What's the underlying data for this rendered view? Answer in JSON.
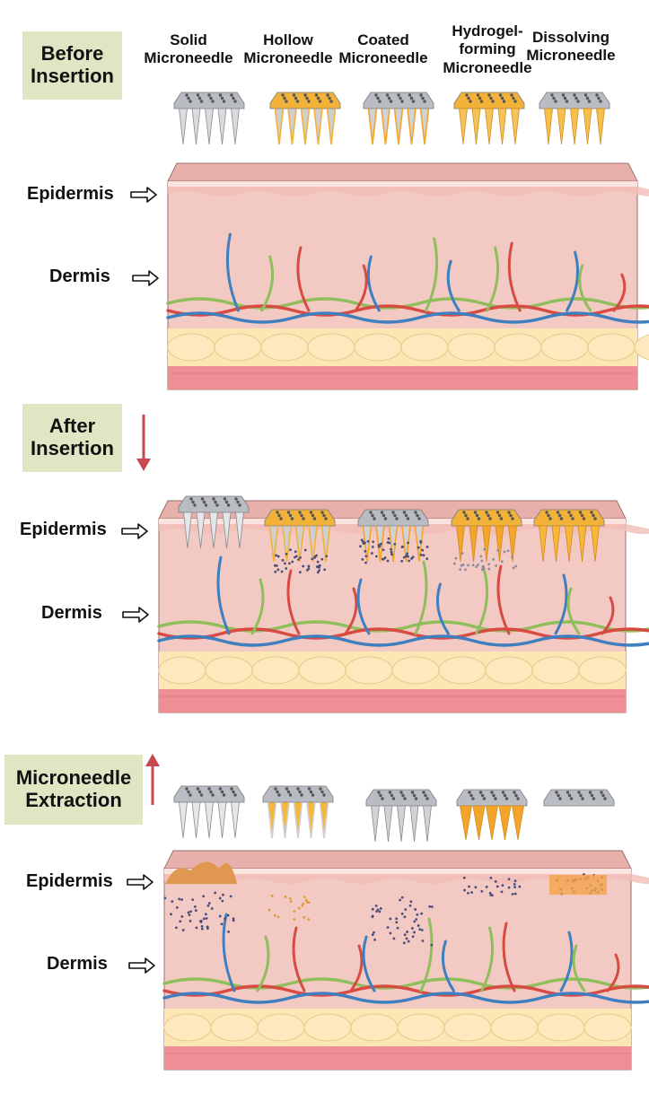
{
  "stages": [
    {
      "label": "Before\nInsertion"
    },
    {
      "label": "After\nInsertion"
    },
    {
      "label": "Microneedle\nExtraction"
    }
  ],
  "microneedle_types": [
    {
      "label": "Solid\nMicroneedle",
      "color": "#b9bcc2"
    },
    {
      "label": "Hollow\nMicroneedle",
      "color": "#f2b23a"
    },
    {
      "label": "Coated\nMicroneedle",
      "color": "#f2b23a"
    },
    {
      "label": "Hydrogel-\nforming\nMicroneedle",
      "color": "#f2a52a"
    },
    {
      "label": "Dissolving\nMicroneedle",
      "color": "#f6bf4c"
    }
  ],
  "layers": {
    "epidermis": "Epidermis",
    "dermis": "Dermis"
  },
  "colors": {
    "label_box": "#dfe6c3",
    "skin": "#f3c9c4",
    "skin_top": "#e8b0ab",
    "fat": "#fbe6b4",
    "base": "#ee8f95",
    "vessel_blue": "#3f7fbf",
    "vessel_red": "#d84b43",
    "vessel_green": "#8fbf5a",
    "stage_arrow": "#c9474f",
    "drug_dot": "#4a4f7a"
  },
  "icons": {
    "down_arrow": "down-arrow-icon",
    "up_arrow": "up-arrow-icon",
    "pointer_arrow": "hollow-right-arrow-icon"
  }
}
